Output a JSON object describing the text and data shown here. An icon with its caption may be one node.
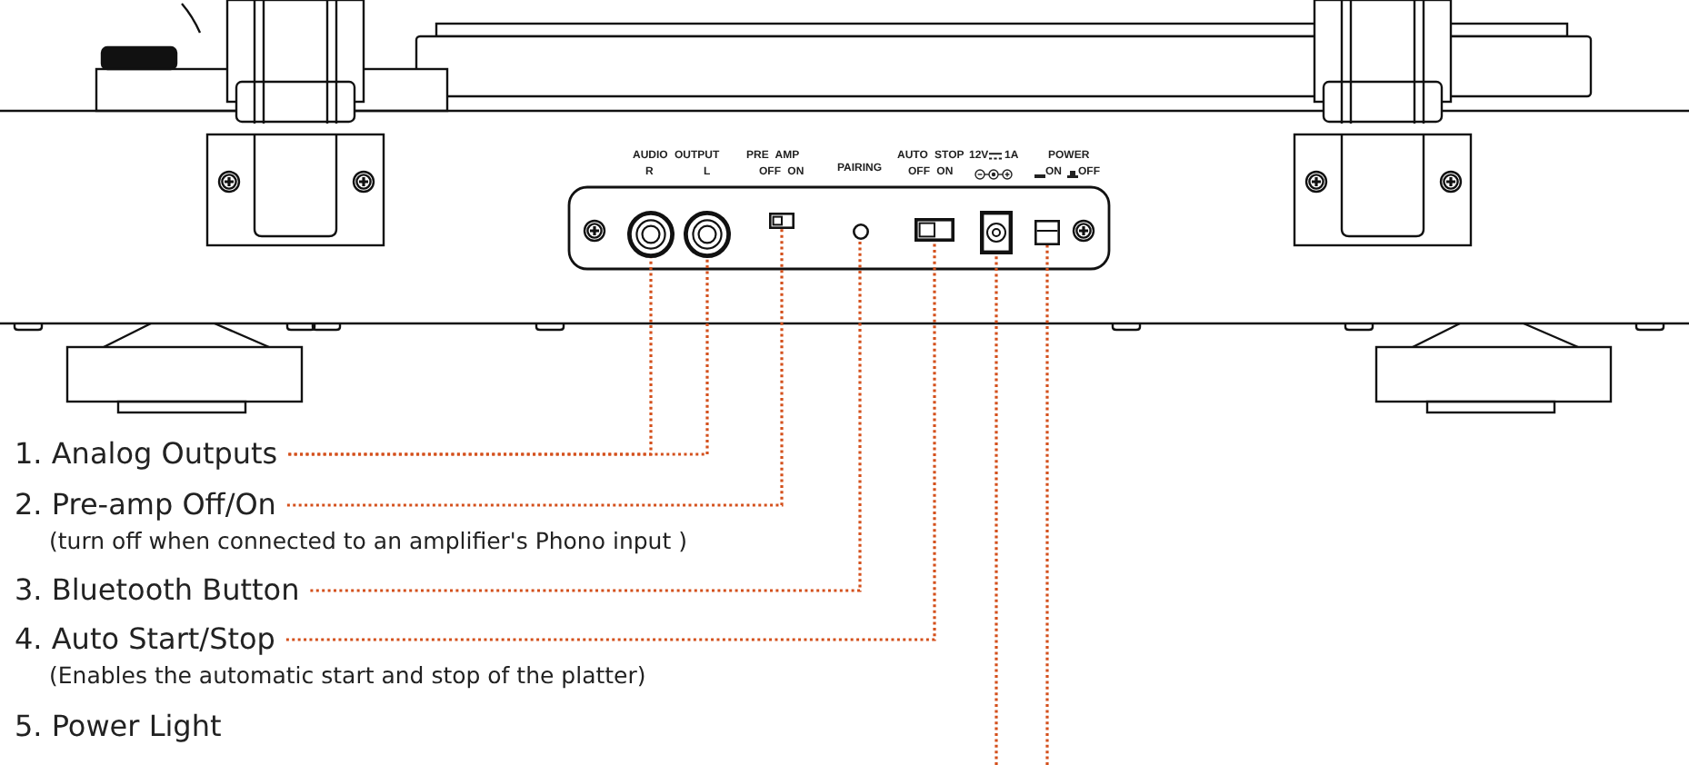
{
  "diagram": {
    "nodes": [
      {
        "text": [
          "1. Analog Outputs"
        ]
      },
      {
        "text": [],
        "shape": "circle"
      },
      {
        "text": [],
        "shape": "circle"
      },
      {
        "text": [
          "2. Pre-amp Off/On"
        ],
        "beside": [
          "(turn off when connected to an amplifier's Phono input )"
        ]
      },
      {
        "text": [],
        "shape": "box"
      },
      {
        "text": [
          "3. Bluetooth Button"
        ]
      },
      {
        "text": [],
        "shape": "circle"
      },
      {
        "text": [
          "4. Auto Start/Stop"
        ],
        "beside": [
          "(Enables the automatic start and stop of the platter)"
        ]
      },
      {
        "text": [],
        "shape": "box"
      },
      {
        "text": [
          "5. Power Light"
        ]
      },
      {
        "text": [],
        "shape": "box"
      },
      {
        "text": [],
        "shape": "box"
      }
    ],
    "edges": [
      {
        "from": 0,
        "to": 1,
        "arrow": "none"
      },
      {
        "from": 0,
        "to": 2,
        "arrow": "none"
      },
      {
        "from": 3,
        "to": 4,
        "arrow": "none"
      },
      {
        "from": 5,
        "to": 6,
        "arrow": "none"
      },
      {
        "from": 7,
        "to": 8,
        "arrow": "none"
      },
      {
        "from": null,
        "to": 10,
        "arrow": "none"
      },
      {
        "from": null,
        "to": 11,
        "arrow": "none"
      }
    ],
    "labels": [
      "AUDIO OUTPUT",
      "PRE AMP",
      "AUTO STOP",
      "12V",
      "1A",
      "POWER",
      "R",
      "L",
      "OFF ON",
      "PAIRING",
      "OFF ON",
      "ON",
      "OFF"
    ]
  }
}
